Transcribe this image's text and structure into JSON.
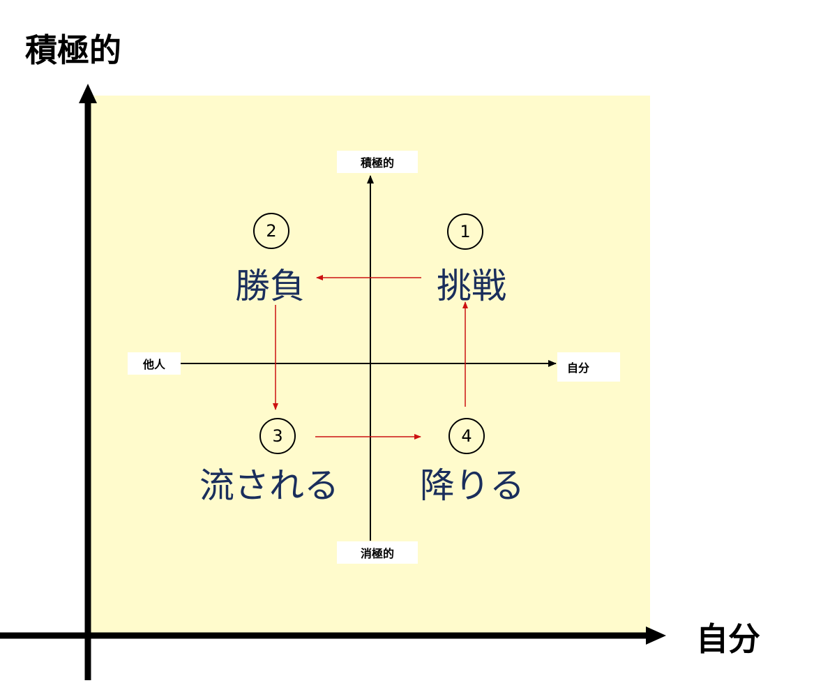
{
  "outer": {
    "y_axis_label": "積極的",
    "x_axis_label": "自分"
  },
  "inner": {
    "top_label": "積極的",
    "bottom_label": "消極的",
    "left_label": "他人",
    "right_label": "自分"
  },
  "quadrants": [
    {
      "number": "1",
      "label": "挑戦"
    },
    {
      "number": "2",
      "label": "勝負"
    },
    {
      "number": "3",
      "label": "流される"
    },
    {
      "number": "4",
      "label": "降りる"
    }
  ],
  "colors": {
    "panel_background": "#fffbcc",
    "quadrant_text": "#1a2e5c",
    "flow_arrow": "#cc1111",
    "axis": "#000000"
  }
}
